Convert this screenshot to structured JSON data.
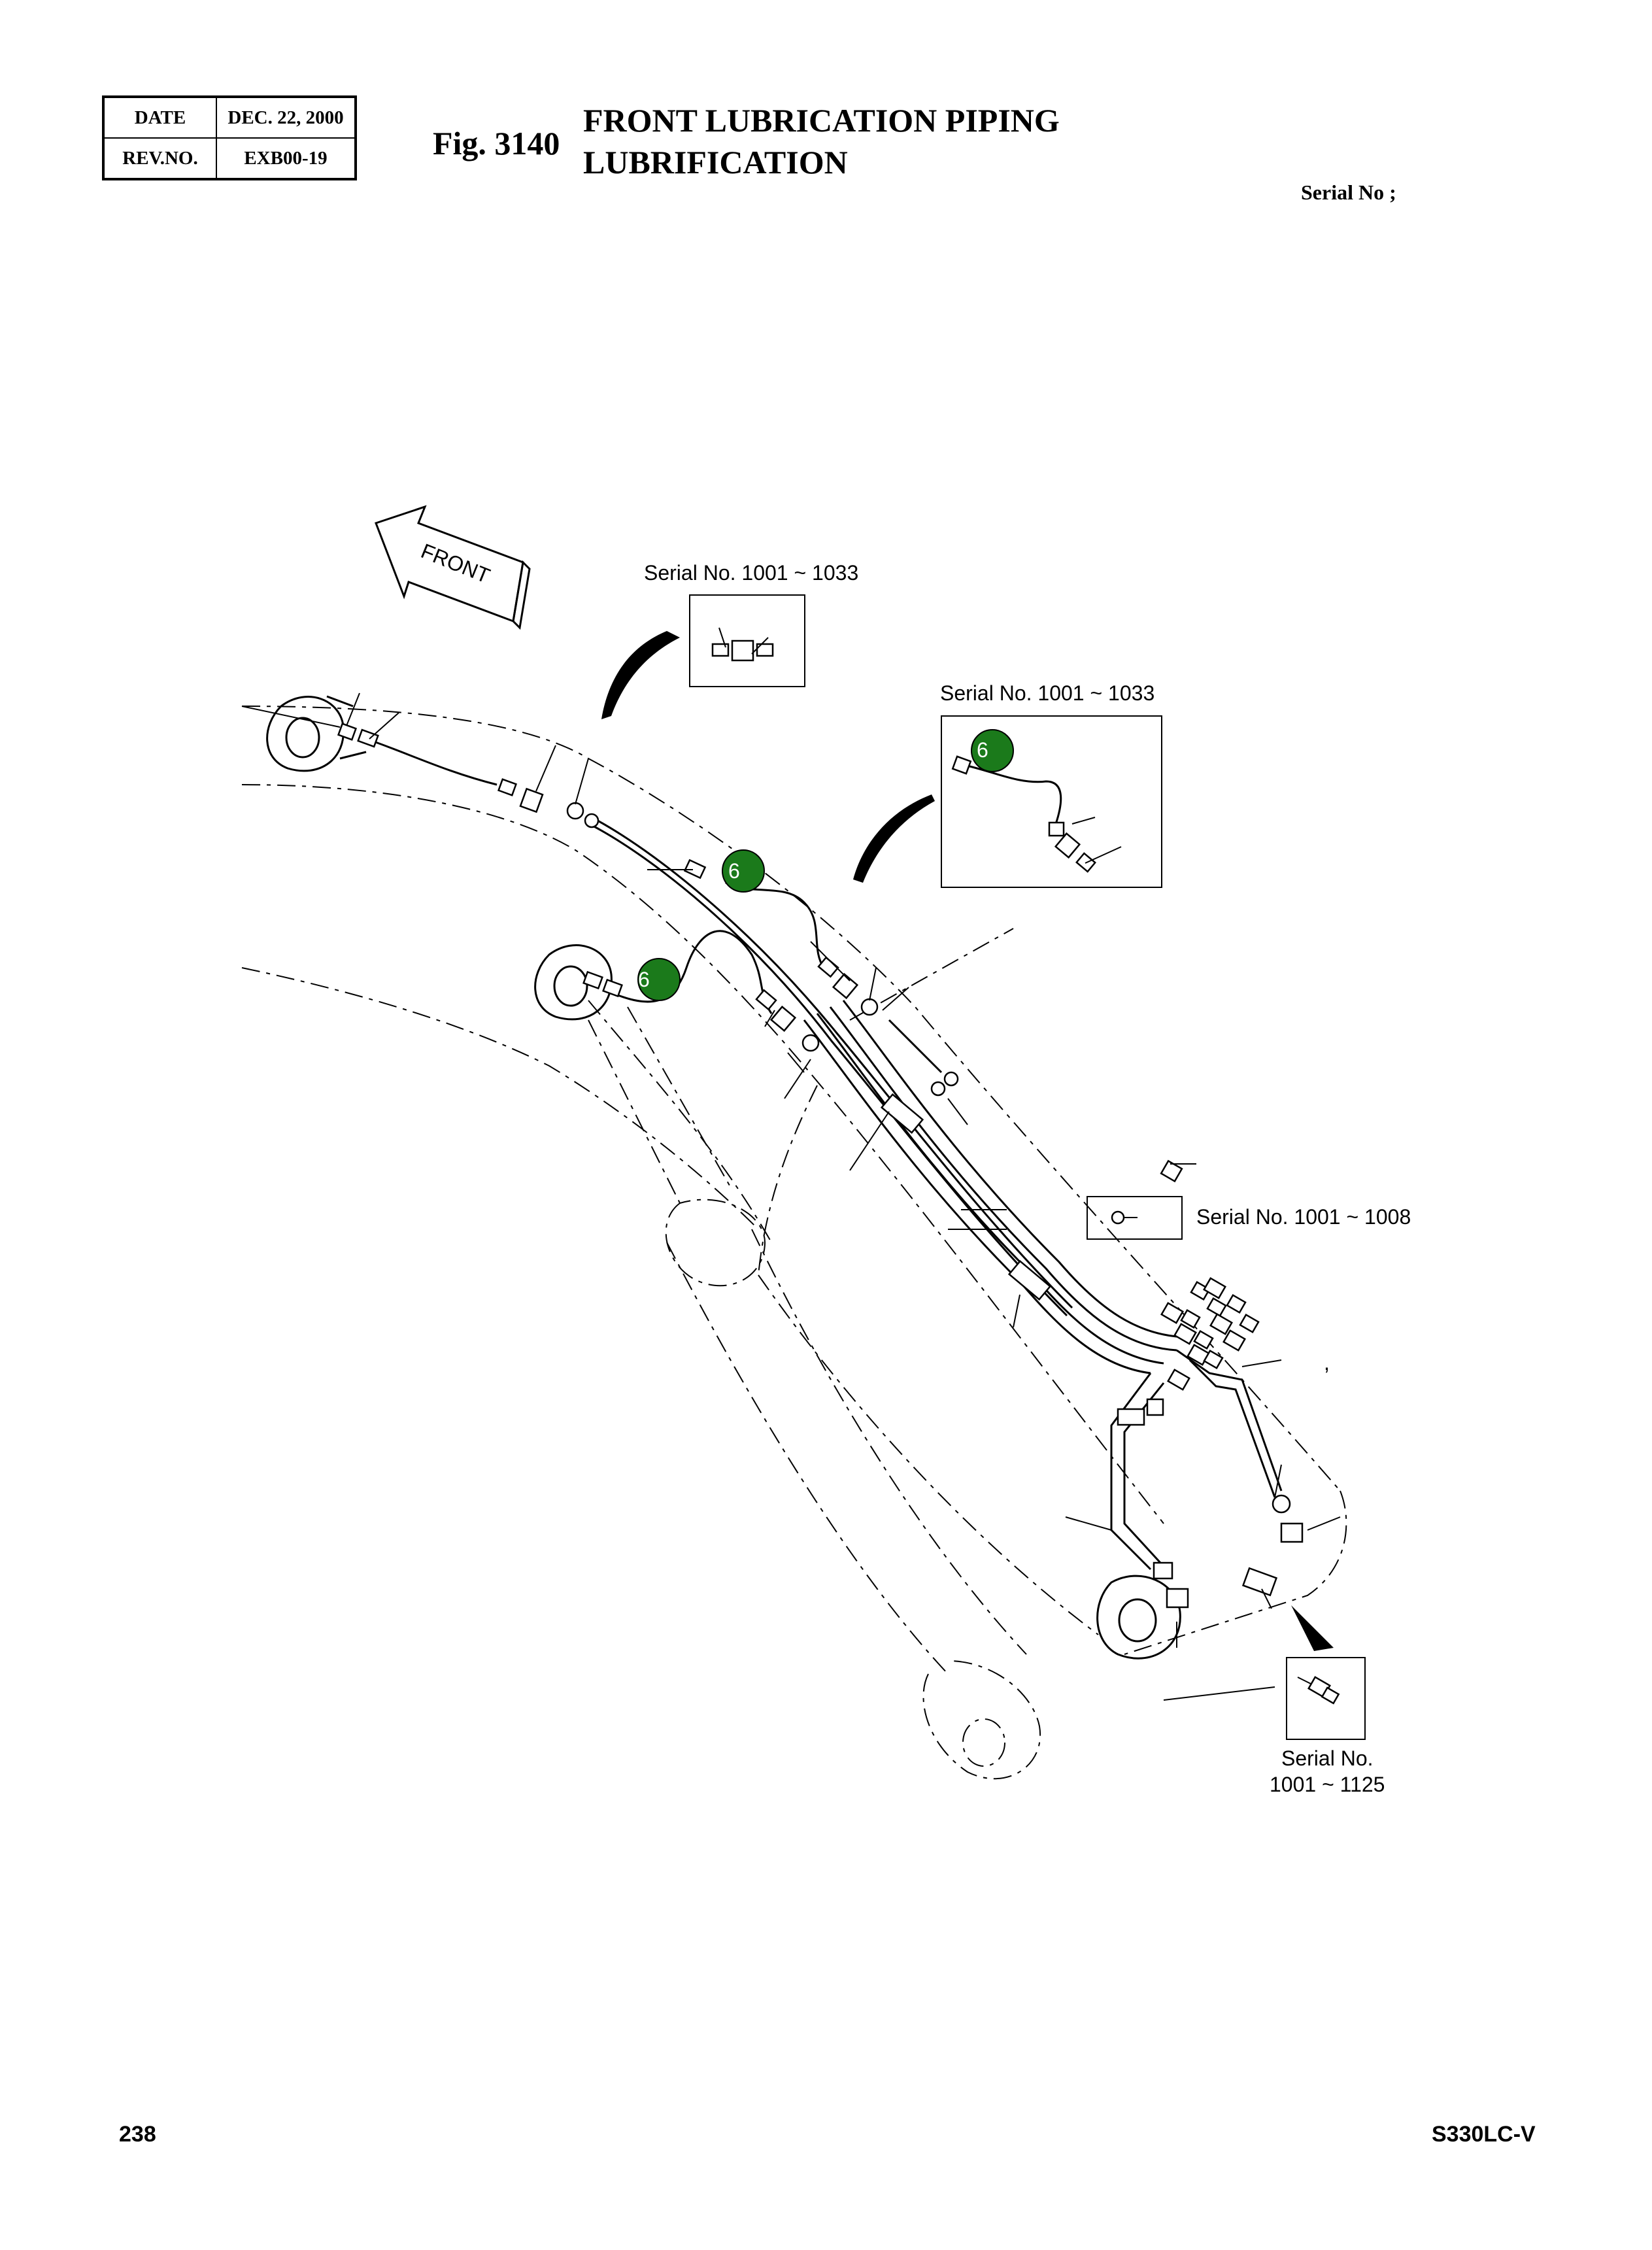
{
  "header": {
    "date_label": "DATE",
    "date_value": "DEC. 22, 2000",
    "rev_label": "REV.NO.",
    "rev_value": "EXB00-19",
    "fig_no": "Fig. 3140",
    "title_line1": "FRONT LUBRICATION PIPING",
    "title_line2": "LUBRIFICATION",
    "serial_label": "Serial No ;"
  },
  "diagram": {
    "front_arrow_label": "FRONT",
    "inset_labels": {
      "top": "Serial No. 1001 ~ 1033",
      "right": "Serial No. 1001 ~ 1033",
      "mid": "Serial No. 1001 ~ 1008",
      "bottom_line1": "Serial No.",
      "bottom_line2": "1001 ~ 1125"
    },
    "callouts": [
      "6",
      "6",
      "6"
    ],
    "callout_color": "#1b7a1b",
    "stray_mark": ","
  },
  "footer": {
    "page_number": "238",
    "model": "S330LC-V"
  }
}
